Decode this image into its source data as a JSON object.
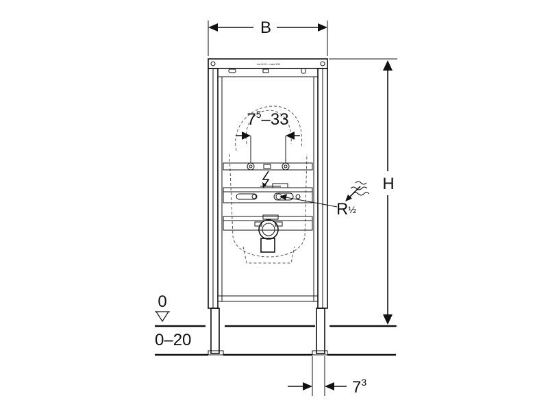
{
  "dimensions": {
    "width_label": "B",
    "height_label": "H",
    "range_main": "7",
    "range_sup": "5",
    "range_rest": "–33",
    "thread_main": "R",
    "thread_frac": "½",
    "floor_zero": "0",
    "floor_range": "0–20",
    "offset_main": "7",
    "offset_sup": "3"
  },
  "frame_marking": "min.112 – max.130",
  "colors": {
    "line": "#111111",
    "dashed": "#555555",
    "background": "#ffffff"
  }
}
